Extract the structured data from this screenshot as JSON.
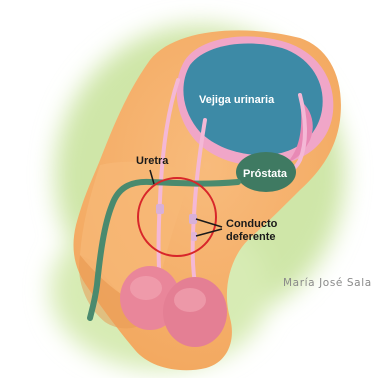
{
  "labels": {
    "vejiga": "Vejiga urinaria",
    "prostata": "Próstata",
    "uretra": "Uretra",
    "conducto_line1": "Conducto",
    "conducto_line2": "deferente"
  },
  "credit": "María José Sala",
  "colors": {
    "background": "#ffffff",
    "halo": "#cfe6a8",
    "body": "#f6b16e",
    "bladder": "#3d8aa6",
    "bladder_rim": "#f0a6c8",
    "prostate": "#3f7a62",
    "urethra": "#4a8a6e",
    "vas_deferens": "#f4b8d6",
    "testes": "#e9869a",
    "highlight_circle": "#d8262a"
  }
}
